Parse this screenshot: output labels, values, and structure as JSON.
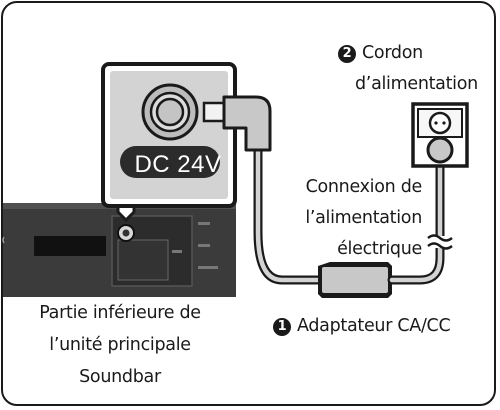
{
  "cord": {
    "number": "2",
    "line1": "Cordon",
    "line2": "d’alimentation"
  },
  "connection": {
    "line1": "Connexion de",
    "line2": "l’alimentation",
    "line3": "électrique"
  },
  "adapter": {
    "number": "1",
    "label": "Adaptateur CA/CC"
  },
  "soundbar": {
    "line1": "Partie inférieure de",
    "line2": "l’unité principale",
    "line3": "Soundbar"
  },
  "port": {
    "label": "DC 24V"
  }
}
